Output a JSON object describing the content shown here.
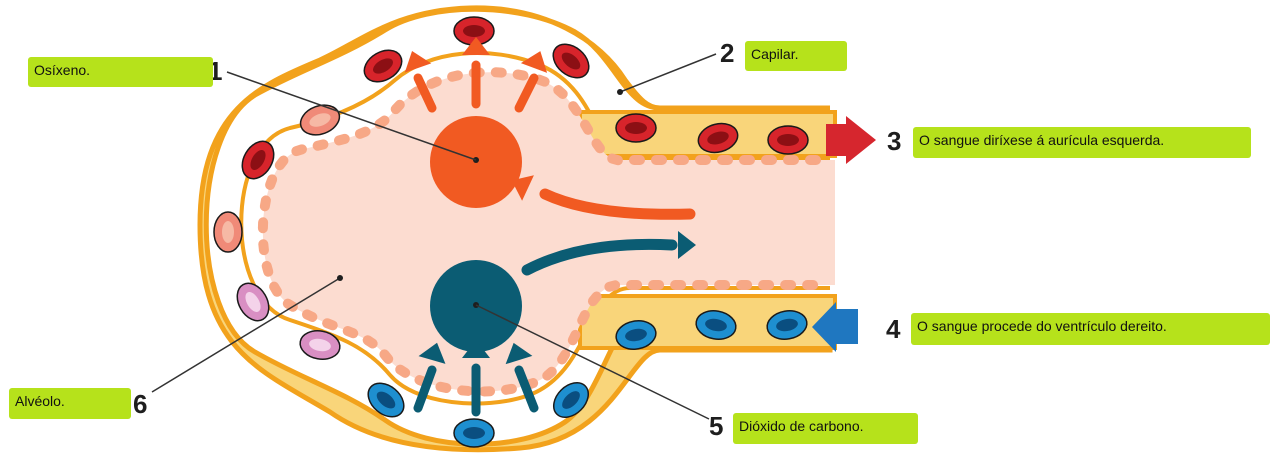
{
  "labels": [
    {
      "number": "1",
      "text": "Osíxeno."
    },
    {
      "number": "2",
      "text": "Capilar."
    },
    {
      "number": "3",
      "text": "O sangue diríxese á aurícula esquerda."
    },
    {
      "number": "4",
      "text": "O sangue procede do ventrículo dereito."
    },
    {
      "number": "5",
      "text": "Dióxido de carbono."
    },
    {
      "number": "6",
      "text": "Alvéolo."
    }
  ],
  "colors": {
    "label_bg": "#b6e21b",
    "capillary": "#f9d57a",
    "capillary_border": "#f2a21c",
    "alveolus_fill": "#fcdcd0",
    "alveolus_wall": "#f7a886",
    "oxygen": "#f15a22",
    "carbon_dioxide": "#0b5c73",
    "red_cell": "#d7242b",
    "blue_cell": "#1e8fd0",
    "pink_cell": "#e4a5c8",
    "arrow_red": "#d6262e",
    "arrow_blue": "#1f77c0"
  }
}
